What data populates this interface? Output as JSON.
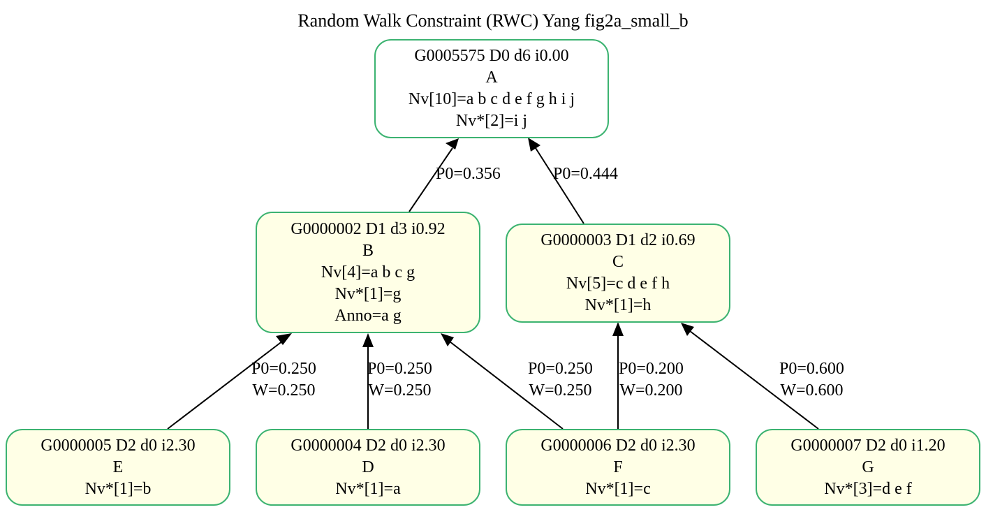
{
  "title": "Random Walk Constraint (RWC) Yang fig2a_small_b",
  "colors": {
    "node_border": "#3cb371",
    "node_fill": "#ffffe6",
    "root_fill": "#ffffff",
    "edge": "#000000"
  },
  "nodes": {
    "A": {
      "lines": [
        "G0005575 D0 d6 i0.00",
        "A",
        "Nv[10]=a b c d e f g h i j",
        "Nv*[2]=i j"
      ]
    },
    "B": {
      "lines": [
        "G0000002 D1 d3 i0.92",
        "B",
        "Nv[4]=a b c g",
        "Nv*[1]=g",
        "Anno=a g"
      ]
    },
    "C": {
      "lines": [
        "G0000003 D1 d2 i0.69",
        "C",
        "Nv[5]=c d e f h",
        "Nv*[1]=h"
      ]
    },
    "E": {
      "lines": [
        "G0000005 D2 d0 i2.30",
        "E",
        "Nv*[1]=b"
      ]
    },
    "D": {
      "lines": [
        "G0000004 D2 d0 i2.30",
        "D",
        "Nv*[1]=a"
      ]
    },
    "F": {
      "lines": [
        "G0000006 D2 d0 i2.30",
        "F",
        "Nv*[1]=c"
      ]
    },
    "G": {
      "lines": [
        "G0000007 D2 d0 i1.20",
        "G",
        "Nv*[3]=d e f"
      ]
    }
  },
  "edges": [
    {
      "from": "B",
      "to": "A",
      "label": [
        "P0=0.356"
      ]
    },
    {
      "from": "C",
      "to": "A",
      "label": [
        "P0=0.444"
      ]
    },
    {
      "from": "E",
      "to": "B",
      "label": [
        "P0=0.250",
        "W=0.250"
      ]
    },
    {
      "from": "D",
      "to": "B",
      "label": [
        "P0=0.250",
        "W=0.250"
      ]
    },
    {
      "from": "F",
      "to": "B",
      "label": [
        "P0=0.250",
        "W=0.250"
      ]
    },
    {
      "from": "F",
      "to": "C",
      "label": [
        "P0=0.200",
        "W=0.200"
      ]
    },
    {
      "from": "G",
      "to": "C",
      "label": [
        "P0=0.600",
        "W=0.600"
      ]
    }
  ]
}
